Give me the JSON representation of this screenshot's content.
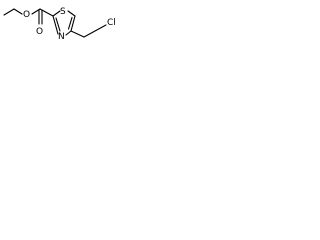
{
  "molecule": {
    "atoms": {
      "ester_oxygen": "O",
      "carbonyl_oxygen": "O",
      "ring_sulfur": "S",
      "ring_nitrogen": "N",
      "chlorine": "Cl"
    }
  }
}
